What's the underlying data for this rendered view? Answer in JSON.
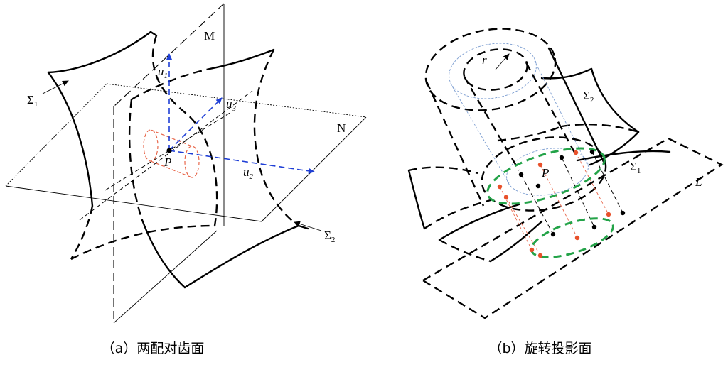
{
  "panel_a": {
    "caption": "（a）两配对齿面",
    "labels": {
      "M": "M",
      "N": "N",
      "sigma1": {
        "main": "Σ",
        "sub": "1"
      },
      "sigma2": {
        "main": "Σ",
        "sub": "2"
      },
      "u1": {
        "main": "u",
        "sub": "1"
      },
      "u2": {
        "main": "u",
        "sub": "2"
      },
      "u3": {
        "main": "u",
        "sub": "3"
      },
      "P": "P"
    }
  },
  "panel_b": {
    "caption": "（b）旋转投影面",
    "labels": {
      "r": "r",
      "sigma2": {
        "main": "Σ",
        "sub": "2"
      },
      "sigma1": {
        "main": "Σ",
        "sub": "1"
      },
      "P": "P",
      "L": "L"
    }
  },
  "colors": {
    "axis": "#1f3fd6",
    "cylinder_a": "#e8664a",
    "projection_curve": "#23a348",
    "point_red": "#e8502a",
    "point_black": "#000000",
    "cylinder_inner": "#7a9cd0"
  }
}
